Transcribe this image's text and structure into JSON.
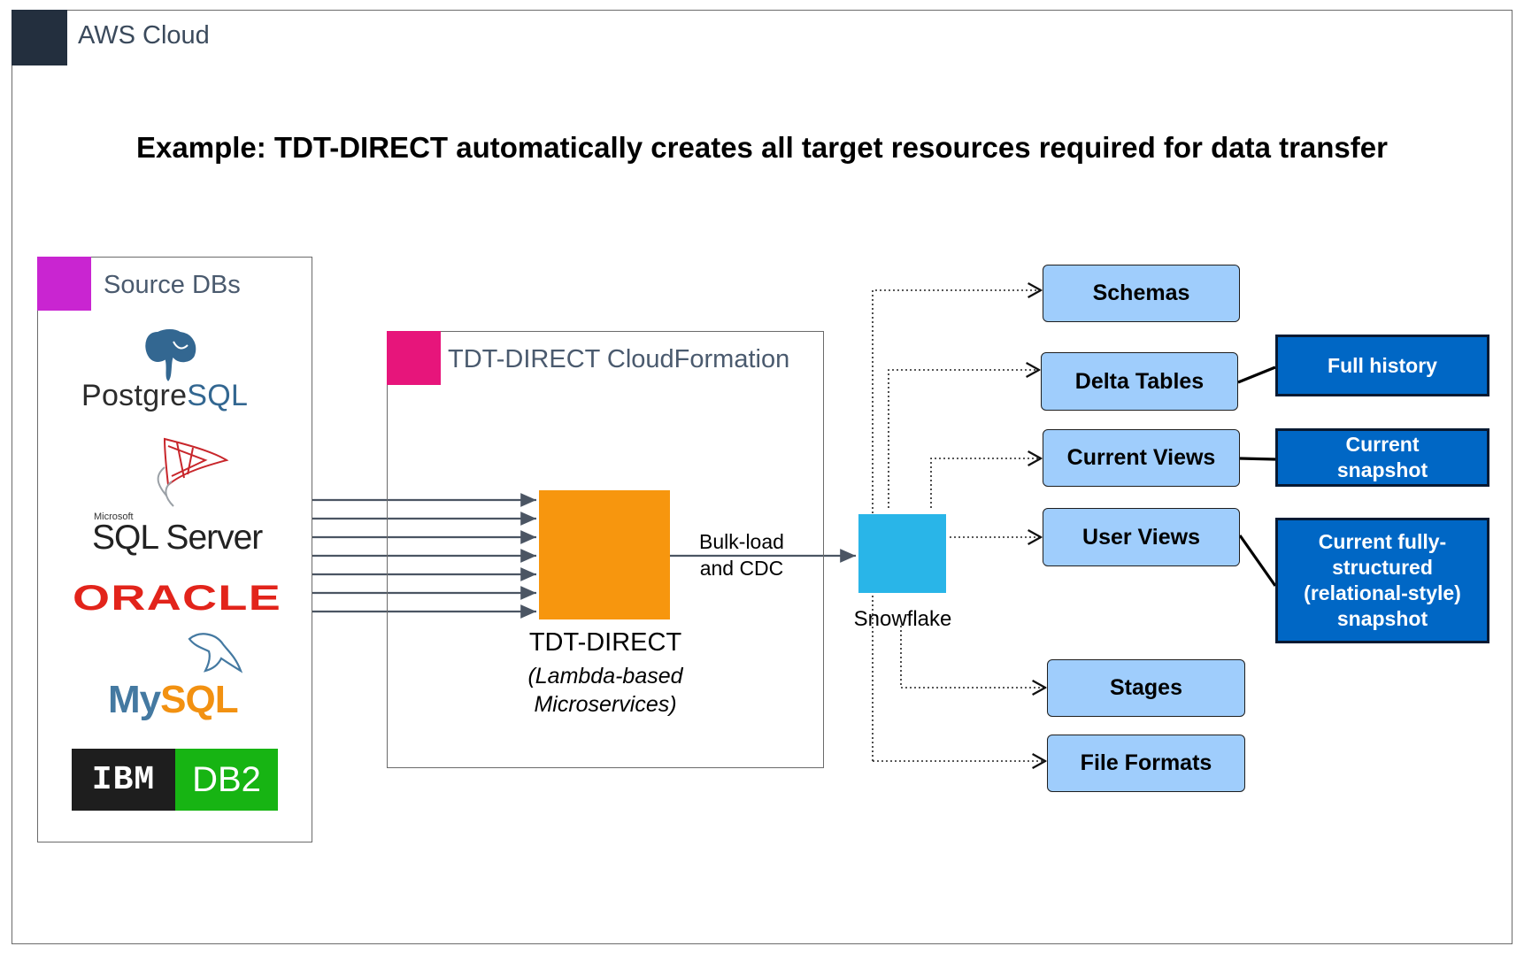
{
  "aws": {
    "label": "AWS Cloud",
    "icon": "cloud-icon",
    "badge_color": "#232f3e"
  },
  "title": "Example: TDT-DIRECT automatically creates all target resources required for data transfer",
  "source_group": {
    "label": "Source DBs",
    "icon": "database-icon",
    "badge_color": "#c925d1",
    "logos": {
      "postgres_a": "Postgre",
      "postgres_b": "SQL",
      "sqlserver_small": "Microsoft",
      "sqlserver": "SQL Server",
      "oracle": "ORACLE",
      "mysql_a": "My",
      "mysql_b": "SQL",
      "ibm": "IBM",
      "db2": "DB2"
    }
  },
  "cloudformation": {
    "label": "TDT-DIRECT CloudFormation",
    "icon": "cloudformation-icon",
    "badge_color": "#e7157b"
  },
  "tdt": {
    "name": "TDT-DIRECT",
    "subtitle_1": "(Lambda-based",
    "subtitle_2": "Microservices)",
    "color": "#f7960e"
  },
  "flow": {
    "line1": "Bulk-load",
    "line2": "and CDC"
  },
  "snowflake": {
    "label": "Snowflake",
    "color": "#29b5e8"
  },
  "targets": {
    "schemas": "Schemas",
    "delta_tables": "Delta Tables",
    "current_views": "Current Views",
    "user_views": "User Views",
    "stages": "Stages",
    "file_formats": "File Formats"
  },
  "notes": {
    "full_history": "Full history",
    "current_1": "Current",
    "current_2": "snapshot",
    "fs_1": "Current fully-",
    "fs_2": "structured",
    "fs_3": "(relational-style)",
    "fs_4": "snapshot"
  }
}
